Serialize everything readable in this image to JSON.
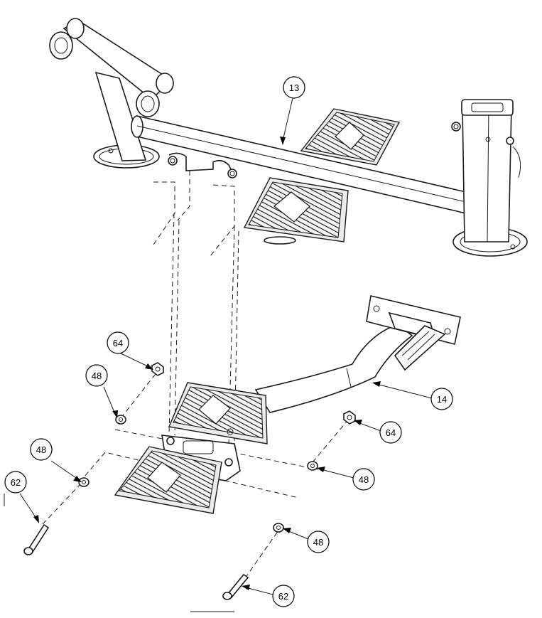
{
  "callouts": [
    {
      "id": "c13",
      "label": "13"
    },
    {
      "id": "c14",
      "label": "14"
    },
    {
      "id": "c64a",
      "label": "64"
    },
    {
      "id": "c64b",
      "label": "64"
    },
    {
      "id": "c48a",
      "label": "48"
    },
    {
      "id": "c48b",
      "label": "48"
    },
    {
      "id": "c48c",
      "label": "48"
    },
    {
      "id": "c48d",
      "label": "48"
    },
    {
      "id": "c62a",
      "label": "62"
    },
    {
      "id": "c62b",
      "label": "62"
    }
  ],
  "colors": {
    "line": "#1a1a1a",
    "pad_fill": "#ececec",
    "background": "#ffffff"
  }
}
